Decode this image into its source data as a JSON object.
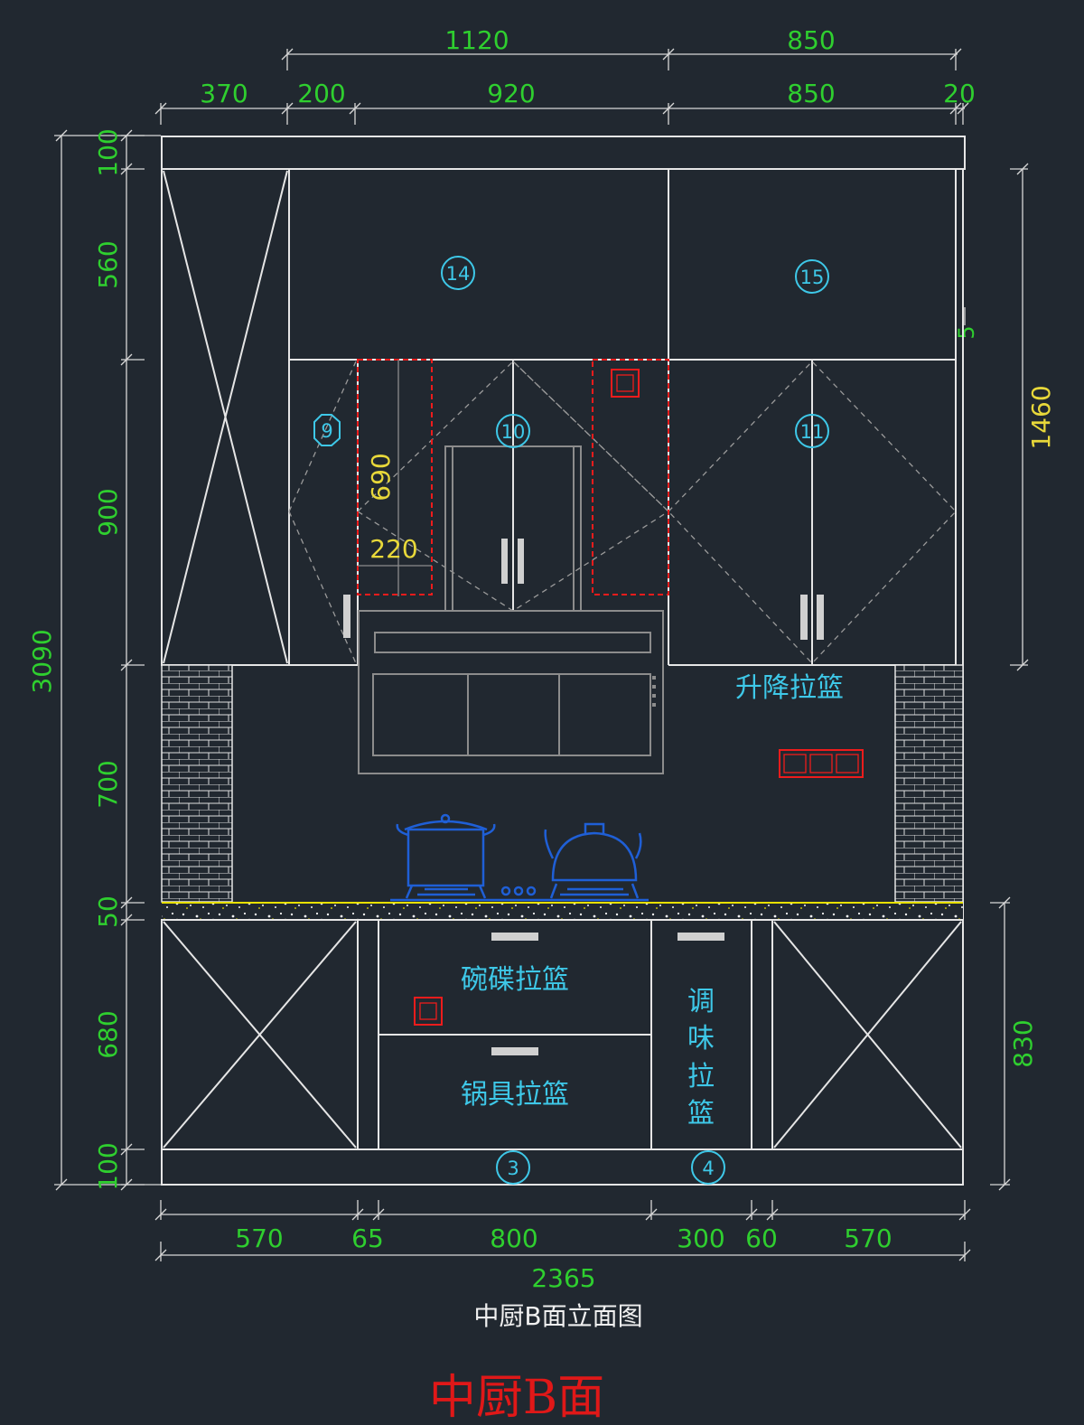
{
  "dims": {
    "top1": [
      "1120",
      "850"
    ],
    "top2": [
      "370",
      "200",
      "920",
      "850",
      "20"
    ],
    "left": [
      "100",
      "560",
      "900",
      "700",
      "50",
      "680",
      "100"
    ],
    "overall_height": "3090",
    "right": [
      "1460",
      "830",
      "5"
    ],
    "bottom": [
      "570",
      "65",
      "800",
      "300",
      "60",
      "570"
    ],
    "total_width": "2365",
    "hood_box": [
      "690",
      "220"
    ]
  },
  "tags": [
    "14",
    "15",
    "9",
    "10",
    "11",
    "3",
    "4"
  ],
  "labels": {
    "lift_basket": "升降拉篮",
    "dish_basket": "碗碟拉篮",
    "pot_basket": "锅具拉篮",
    "seasoning_basket": [
      "调",
      "味",
      "拉",
      "篮"
    ]
  },
  "caption": "中厨B面立面图",
  "title": "中厨B面",
  "colors": {
    "background": "#212830",
    "dimension": "#2fcf2f",
    "tag": "#3ec8e8",
    "socket": "#ee1c1c",
    "title": "#e01818",
    "countertop_edge": "#e8e000"
  }
}
